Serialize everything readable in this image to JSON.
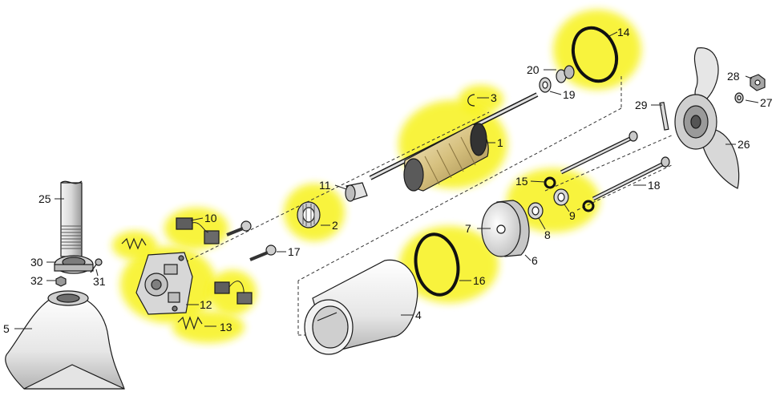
{
  "callouts": [
    {
      "id": "1",
      "label": "1",
      "highlighted": false
    },
    {
      "id": "2",
      "label": "2",
      "highlighted": true
    },
    {
      "id": "3",
      "label": "3",
      "highlighted": true
    },
    {
      "id": "4",
      "label": "4",
      "highlighted": false
    },
    {
      "id": "5",
      "label": "5",
      "highlighted": false
    },
    {
      "id": "6",
      "label": "6",
      "highlighted": false
    },
    {
      "id": "7",
      "label": "7",
      "highlighted": false
    },
    {
      "id": "8",
      "label": "8",
      "highlighted": true
    },
    {
      "id": "9",
      "label": "9",
      "highlighted": true
    },
    {
      "id": "10",
      "label": "10",
      "highlighted": true
    },
    {
      "id": "11",
      "label": "11",
      "highlighted": false
    },
    {
      "id": "12",
      "label": "12",
      "highlighted": true
    },
    {
      "id": "13",
      "label": "13",
      "highlighted": true
    },
    {
      "id": "14",
      "label": "14",
      "highlighted": true
    },
    {
      "id": "15",
      "label": "15",
      "highlighted": true
    },
    {
      "id": "16",
      "label": "16",
      "highlighted": true
    },
    {
      "id": "17",
      "label": "17",
      "highlighted": false
    },
    {
      "id": "18",
      "label": "18",
      "highlighted": false
    },
    {
      "id": "19",
      "label": "19",
      "highlighted": false
    },
    {
      "id": "20",
      "label": "20",
      "highlighted": false
    },
    {
      "id": "25",
      "label": "25",
      "highlighted": false
    },
    {
      "id": "26",
      "label": "26",
      "highlighted": false
    },
    {
      "id": "27",
      "label": "27",
      "highlighted": false
    },
    {
      "id": "28",
      "label": "28",
      "highlighted": false
    },
    {
      "id": "29",
      "label": "29",
      "highlighted": false
    },
    {
      "id": "30",
      "label": "30",
      "highlighted": false
    },
    {
      "id": "31",
      "label": "31",
      "highlighted": false
    },
    {
      "id": "32",
      "label": "32",
      "highlighted": false
    }
  ],
  "colors": {
    "highlight": "#f7f21c",
    "armature_band": "#c9b27a",
    "line": "#1a1a1a",
    "metal_light": "#e8e8e8",
    "metal_mid": "#b8b8b8",
    "metal_dark": "#7a7a7a"
  }
}
